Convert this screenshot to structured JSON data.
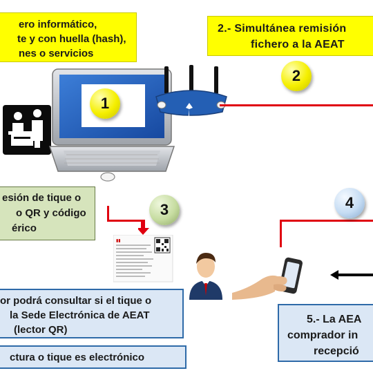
{
  "box1": {
    "lines": [
      "ero informático,",
      "te y con huella (hash),",
      "nes o servicios"
    ]
  },
  "box2": {
    "lines": [
      "2.- Simultánea remisión",
      "fichero a la AEAT"
    ]
  },
  "box3": {
    "lines": [
      "esión de tique o",
      "o QR y código",
      "érico"
    ]
  },
  "box4": {
    "lines": [
      "or podrá consultar si el tique o",
      "la Sede Electrónica de  AEAT",
      "(lector QR)"
    ]
  },
  "box5": {
    "lines": [
      "5.- La AEA",
      "comprador in",
      "recepció"
    ]
  },
  "box6": {
    "lines": [
      "ctura  o tique es electrónico"
    ]
  },
  "steps": [
    "1",
    "2",
    "3",
    "4"
  ],
  "colors": {
    "yellow_box": "#ffff00",
    "green_box": "#d6e4bc",
    "blue_box": "#dbe7f5",
    "connector": "#e0000f"
  }
}
